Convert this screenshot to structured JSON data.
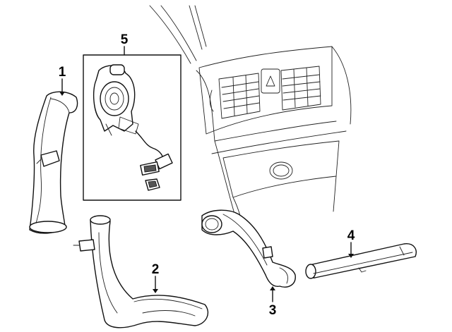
{
  "diagram": {
    "callouts": [
      {
        "id": "1",
        "label": "1"
      },
      {
        "id": "2",
        "label": "2"
      },
      {
        "id": "3",
        "label": "3"
      },
      {
        "id": "4",
        "label": "4"
      },
      {
        "id": "5",
        "label": "5"
      }
    ],
    "parts": [
      {
        "callout": "1",
        "icon": "left-air-duct"
      },
      {
        "callout": "2",
        "icon": "lower-air-duct"
      },
      {
        "callout": "3",
        "icon": "right-air-duct"
      },
      {
        "callout": "4",
        "icon": "air-channel-tube"
      },
      {
        "callout": "5",
        "icon": "actuator-motor-with-harness"
      }
    ],
    "background_icon": "center-console-vent-panel",
    "colors": {
      "line": "#111111",
      "background": "#ffffff"
    }
  }
}
